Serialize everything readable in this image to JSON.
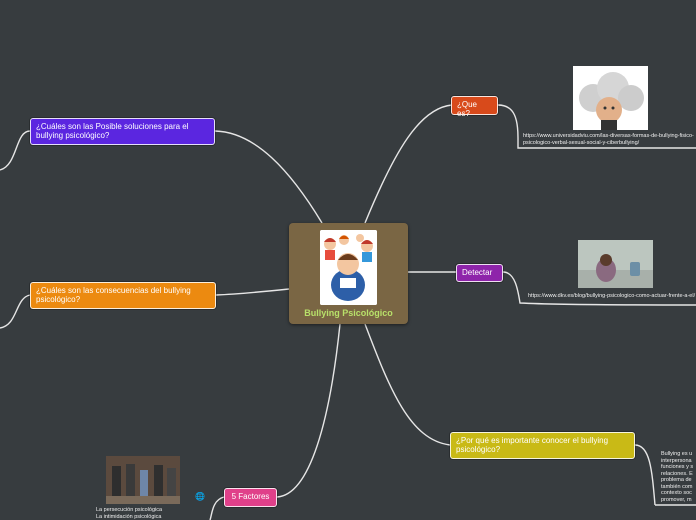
{
  "central": {
    "title": "Bullying Psicológico"
  },
  "topics": {
    "que_es": "¿Que es?",
    "detectar": "Detectar",
    "importante": "¿Por qué es importante conocer el bullying psicológico?",
    "factores": "5 Factores",
    "soluciones": "¿Cuáles son las Posible soluciones para el bullying psicológico?",
    "consecuencias": "¿Cuáles son las consecuencias del bullying psicológico?"
  },
  "urls": {
    "que_es": "https://www.universidadviu.com/las-diversas-formas-de-bullying-fisico-psicologico-verbal-sexual-social-y-ciberbullying/",
    "detectar": "https://www.dkv.es/blog/bullying-psicologico-como-actuar-frente-a-el/"
  },
  "details": {
    "importante_lines": [
      "Bullying es u",
      "interpersona",
      "funciones y s",
      "relaciones. E",
      "problema de",
      "también com",
      "contexto soc",
      "promover, m"
    ],
    "factores_lines": [
      "La persecución psicológica",
      "La intimidación psicológica"
    ]
  },
  "icons": {
    "globe": "globe-icon"
  },
  "colors": {
    "background": "#373c3f",
    "central": "#7a6644",
    "que_es": "#d84a1b",
    "detectar": "#8e24aa",
    "importante": "#c9ba16",
    "factores": "#e0408a",
    "soluciones": "#5b26e0",
    "consecuencias": "#ec8a10"
  }
}
